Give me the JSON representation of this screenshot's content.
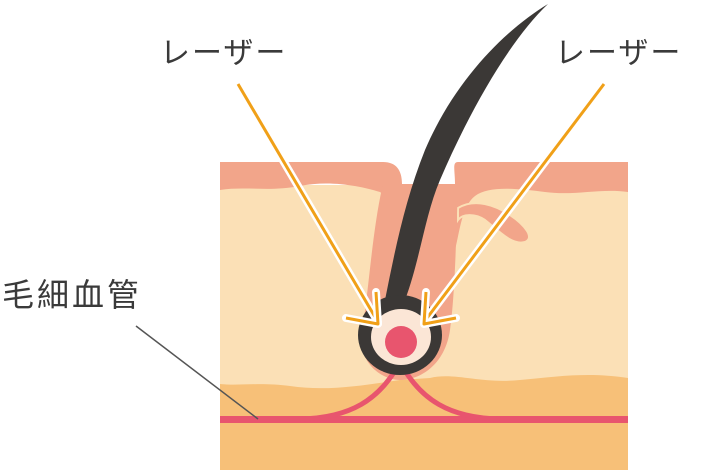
{
  "labels": {
    "laser_left": "レーザー",
    "laser_right": "レーザー",
    "capillary": "毛細血管"
  },
  "colors": {
    "skin_top": "#f2a58a",
    "dermis": "#fbe0b6",
    "subcutis": "#f7c078",
    "hair": "#3b3836",
    "laser": "#f0a018",
    "vessel": "#e8556e",
    "papilla": "#e8556e",
    "leader_line": "#555555"
  }
}
